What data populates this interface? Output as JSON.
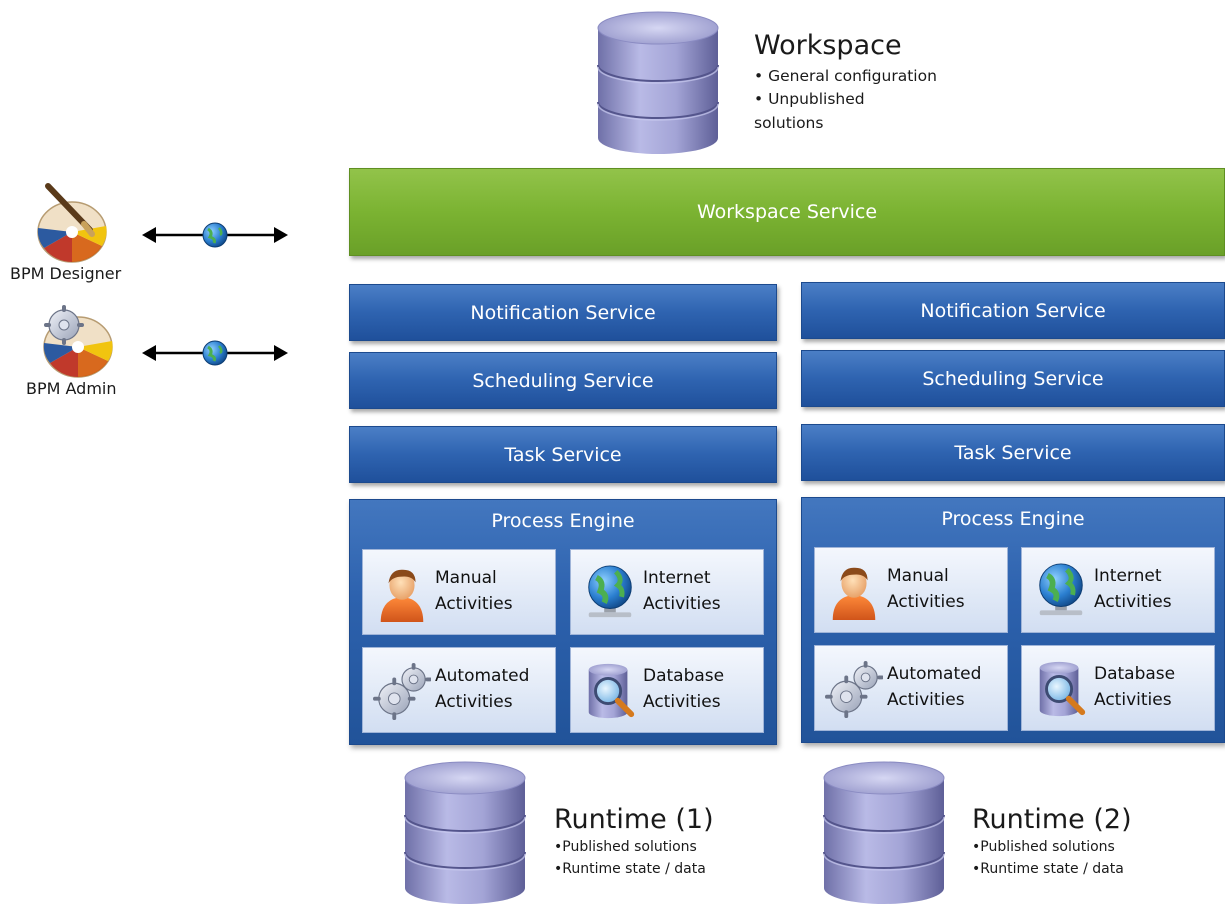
{
  "workspace": {
    "title": "Workspace",
    "bullets": [
      "• General configuration",
      "• Unpublished",
      "solutions"
    ]
  },
  "workspace_service": {
    "label": "Workspace Service"
  },
  "actors": [
    {
      "label": "BPM Designer",
      "icon": "palette-brush-icon"
    },
    {
      "label": "BPM Admin",
      "icon": "palette-gear-icon"
    }
  ],
  "stacks": [
    {
      "notification": "Notification Service",
      "scheduling": "Scheduling Service",
      "task": "Task Service",
      "engine_title": "Process Engine",
      "tiles": [
        {
          "line1": "Manual",
          "line2": "Activities",
          "icon": "person-icon"
        },
        {
          "line1": "Internet",
          "line2": "Activities",
          "icon": "globe-network-icon"
        },
        {
          "line1": "Automated",
          "line2": "Activities",
          "icon": "gears-icon"
        },
        {
          "line1": "Database",
          "line2": "Activities",
          "icon": "database-search-icon"
        }
      ]
    },
    {
      "notification": "Notification Service",
      "scheduling": "Scheduling Service",
      "task": "Task Service",
      "engine_title": "Process Engine",
      "tiles": [
        {
          "line1": "Manual",
          "line2": "Activities",
          "icon": "person-icon"
        },
        {
          "line1": "Internet",
          "line2": "Activities",
          "icon": "globe-network-icon"
        },
        {
          "line1": "Automated",
          "line2": "Activities",
          "icon": "gears-icon"
        },
        {
          "line1": "Database",
          "line2": "Activities",
          "icon": "database-search-icon"
        }
      ]
    }
  ],
  "runtimes": [
    {
      "title": "Runtime (1)",
      "bullets": [
        "•Published solutions",
        "•Runtime state / data"
      ]
    },
    {
      "title": "Runtime (2)",
      "bullets": [
        "•Published solutions",
        "•Runtime state / data"
      ]
    }
  ],
  "colors": {
    "service_blue": "#2f64b1",
    "service_green": "#7bb332",
    "database": "#9a9bcf"
  }
}
